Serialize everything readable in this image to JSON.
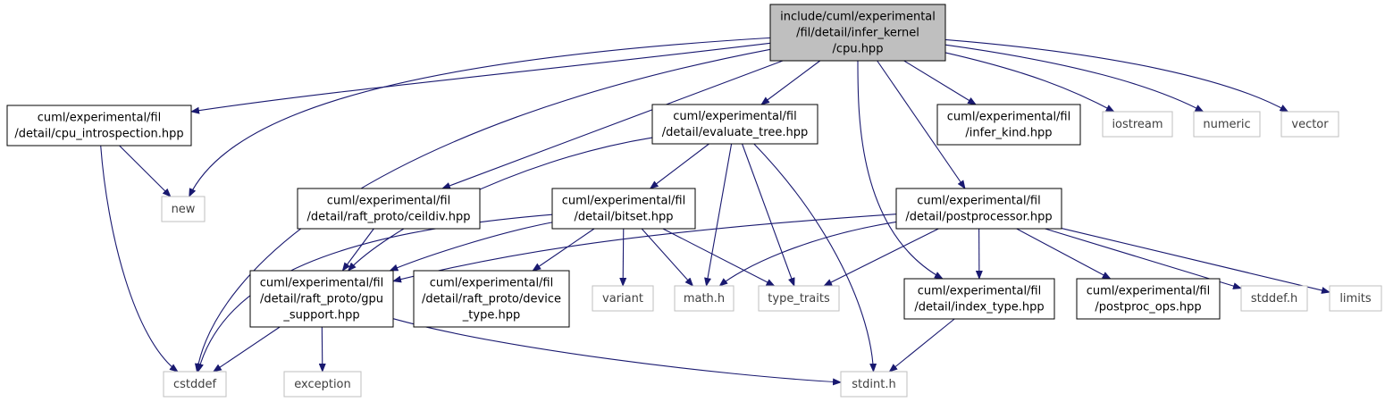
{
  "colors": {
    "edge": "#191970",
    "root_fill": "#bfbfbf",
    "local_border": "#000000",
    "external_border": "#bfbfbf"
  },
  "nodes": [
    {
      "id": "root",
      "kind": "root",
      "lines": [
        "include/cuml/experimental",
        "/fil/detail/infer_kernel",
        "/cpu.hpp"
      ]
    },
    {
      "id": "cpu_introspection",
      "kind": "local",
      "lines": [
        "cuml/experimental/fil",
        "/detail/cpu_introspection.hpp"
      ]
    },
    {
      "id": "evaluate_tree",
      "kind": "local",
      "lines": [
        "cuml/experimental/fil",
        "/detail/evaluate_tree.hpp"
      ]
    },
    {
      "id": "infer_kind",
      "kind": "local",
      "lines": [
        "cuml/experimental/fil",
        "/infer_kind.hpp"
      ]
    },
    {
      "id": "iostream",
      "kind": "external",
      "lines": [
        "iostream"
      ]
    },
    {
      "id": "numeric",
      "kind": "external",
      "lines": [
        "numeric"
      ]
    },
    {
      "id": "vector",
      "kind": "external",
      "lines": [
        "vector"
      ]
    },
    {
      "id": "new",
      "kind": "external",
      "lines": [
        "new"
      ]
    },
    {
      "id": "ceildiv",
      "kind": "local",
      "lines": [
        "cuml/experimental/fil",
        "/detail/raft_proto/ceildiv.hpp"
      ]
    },
    {
      "id": "bitset",
      "kind": "local",
      "lines": [
        "cuml/experimental/fil",
        "/detail/bitset.hpp"
      ]
    },
    {
      "id": "postprocessor",
      "kind": "local",
      "lines": [
        "cuml/experimental/fil",
        "/detail/postprocessor.hpp"
      ]
    },
    {
      "id": "gpu_support",
      "kind": "local",
      "lines": [
        "cuml/experimental/fil",
        "/detail/raft_proto/gpu",
        "_support.hpp"
      ]
    },
    {
      "id": "device_type",
      "kind": "local",
      "lines": [
        "cuml/experimental/fil",
        "/detail/raft_proto/device",
        "_type.hpp"
      ]
    },
    {
      "id": "variant",
      "kind": "external",
      "lines": [
        "variant"
      ]
    },
    {
      "id": "math_h",
      "kind": "external",
      "lines": [
        "math.h"
      ]
    },
    {
      "id": "type_traits",
      "kind": "external",
      "lines": [
        "type_traits"
      ]
    },
    {
      "id": "index_type",
      "kind": "local",
      "lines": [
        "cuml/experimental/fil",
        "/detail/index_type.hpp"
      ]
    },
    {
      "id": "postproc_ops",
      "kind": "local",
      "lines": [
        "cuml/experimental/fil",
        "/postproc_ops.hpp"
      ]
    },
    {
      "id": "stddef_h",
      "kind": "external",
      "lines": [
        "stddef.h"
      ]
    },
    {
      "id": "limits",
      "kind": "external",
      "lines": [
        "limits"
      ]
    },
    {
      "id": "cstddef",
      "kind": "external",
      "lines": [
        "cstddef"
      ]
    },
    {
      "id": "exception",
      "kind": "external",
      "lines": [
        "exception"
      ]
    },
    {
      "id": "stdint_h",
      "kind": "external",
      "lines": [
        "stdint.h"
      ]
    }
  ],
  "edges": [
    [
      "root",
      "cpu_introspection"
    ],
    [
      "root",
      "new"
    ],
    [
      "root",
      "cstddef"
    ],
    [
      "root",
      "ceildiv"
    ],
    [
      "root",
      "evaluate_tree"
    ],
    [
      "root",
      "index_type"
    ],
    [
      "root",
      "postprocessor"
    ],
    [
      "root",
      "infer_kind"
    ],
    [
      "root",
      "iostream"
    ],
    [
      "root",
      "numeric"
    ],
    [
      "root",
      "vector"
    ],
    [
      "cpu_introspection",
      "new"
    ],
    [
      "cpu_introspection",
      "cstddef"
    ],
    [
      "evaluate_tree",
      "gpu_support"
    ],
    [
      "evaluate_tree",
      "bitset"
    ],
    [
      "evaluate_tree",
      "math_h"
    ],
    [
      "evaluate_tree",
      "type_traits"
    ],
    [
      "evaluate_tree",
      "stdint_h"
    ],
    [
      "ceildiv",
      "gpu_support"
    ],
    [
      "bitset",
      "cstddef"
    ],
    [
      "bitset",
      "gpu_support"
    ],
    [
      "bitset",
      "device_type"
    ],
    [
      "bitset",
      "variant"
    ],
    [
      "bitset",
      "math_h"
    ],
    [
      "bitset",
      "type_traits"
    ],
    [
      "postprocessor",
      "gpu_support"
    ],
    [
      "postprocessor",
      "math_h"
    ],
    [
      "postprocessor",
      "type_traits"
    ],
    [
      "postprocessor",
      "index_type"
    ],
    [
      "postprocessor",
      "postproc_ops"
    ],
    [
      "postprocessor",
      "stddef_h"
    ],
    [
      "postprocessor",
      "limits"
    ],
    [
      "gpu_support",
      "cstddef"
    ],
    [
      "gpu_support",
      "exception"
    ],
    [
      "gpu_support",
      "stdint_h"
    ],
    [
      "index_type",
      "stdint_h"
    ]
  ]
}
